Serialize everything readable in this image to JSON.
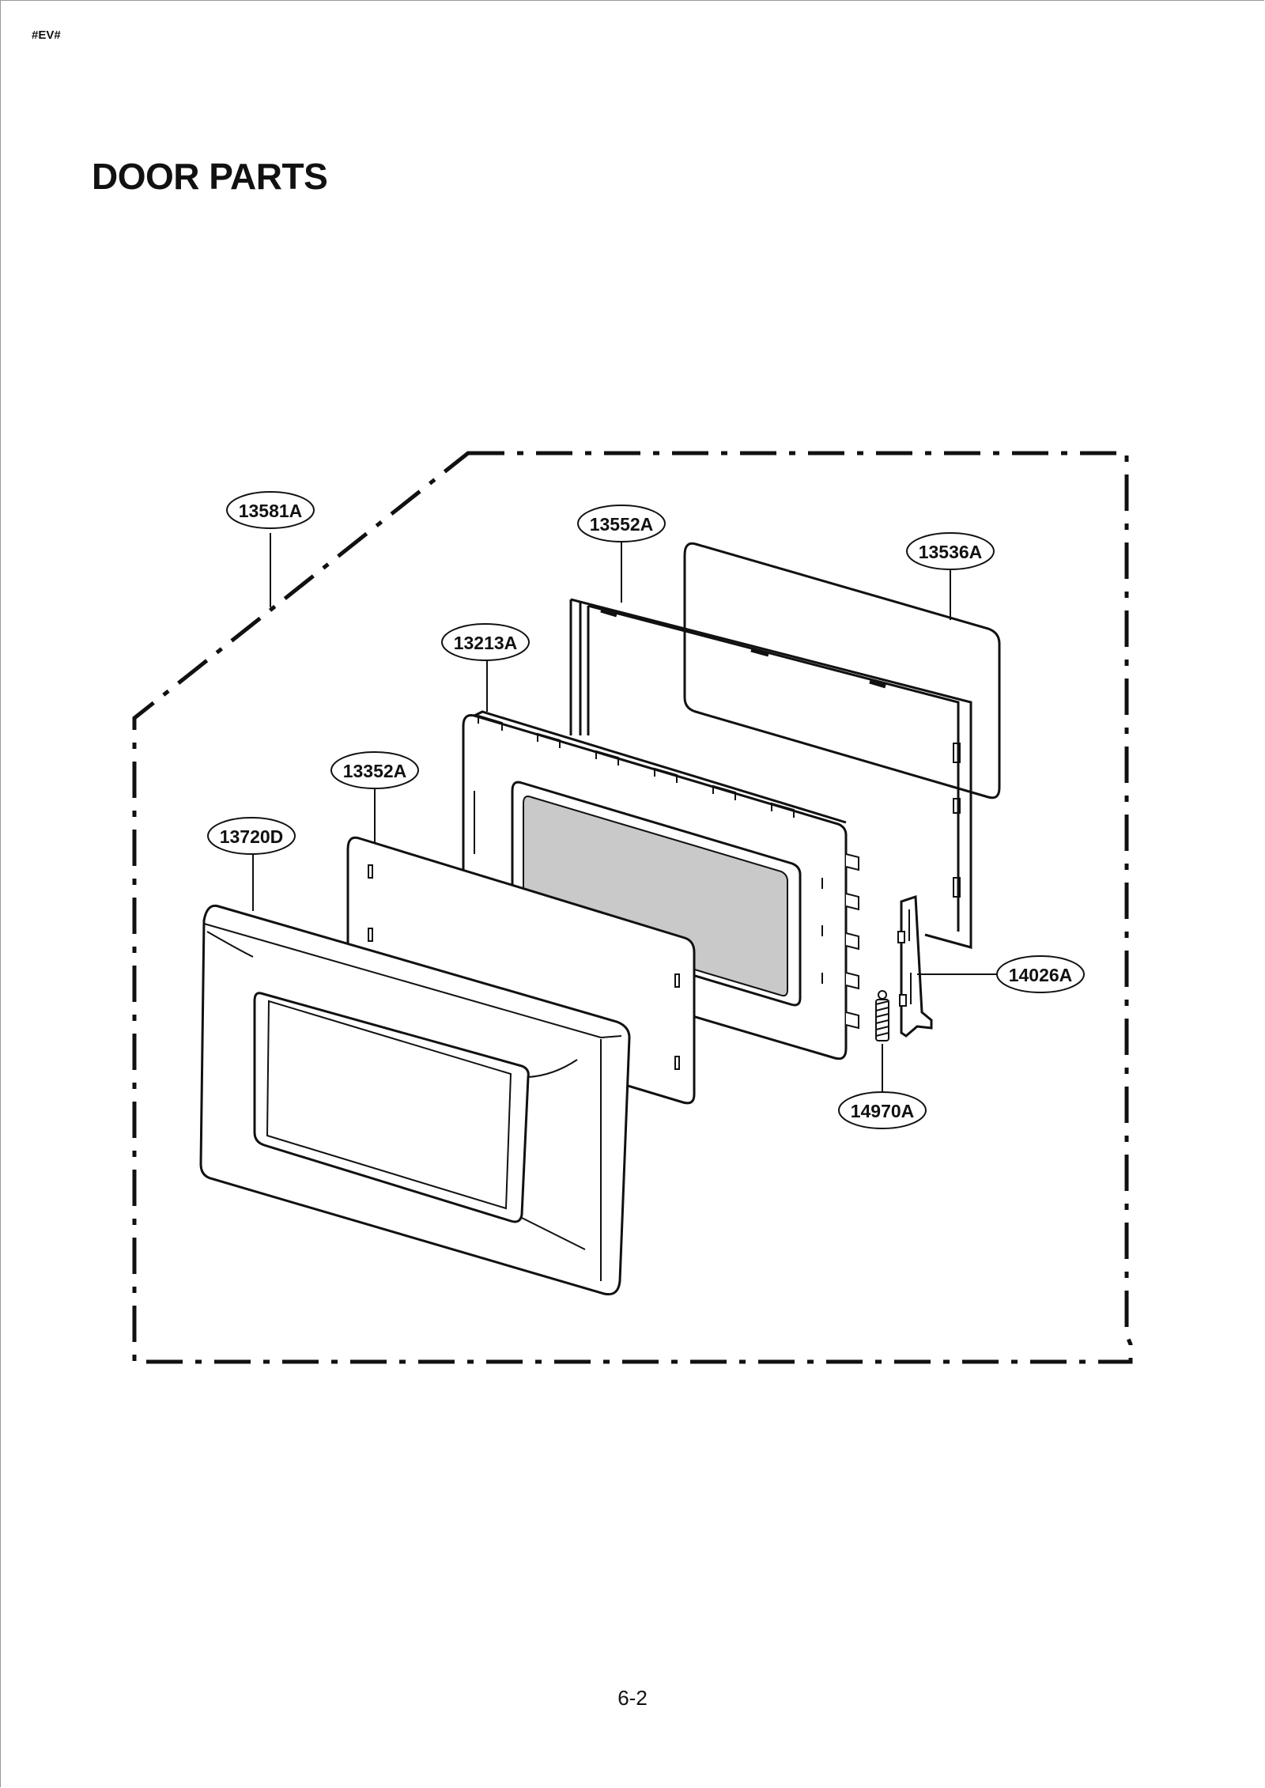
{
  "header": {
    "doc_code": "#EV#",
    "title": "DOOR PARTS"
  },
  "footer": {
    "page_number": "6-2"
  },
  "parts": {
    "p13581A": "13581A",
    "p13552A": "13552A",
    "p13536A": "13536A",
    "p13213A": "13213A",
    "p13352A": "13352A",
    "p13720D": "13720D",
    "p14026A": "14026A",
    "p14970A": "14970A"
  }
}
